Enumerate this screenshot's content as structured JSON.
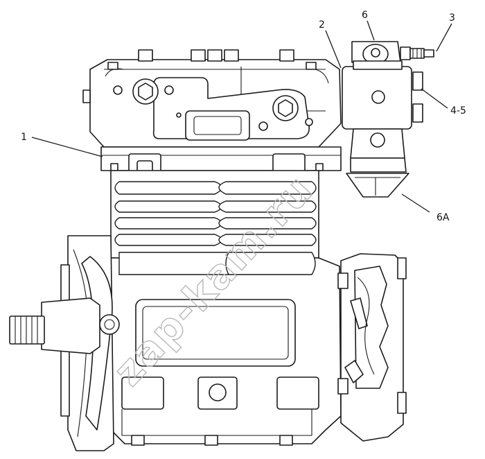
{
  "diagram": {
    "callouts": {
      "c1": "1",
      "c2": "2",
      "c3": "3",
      "c45": "4-5",
      "c6": "6",
      "c6a": "6A"
    },
    "watermark": "zap-kam.ru",
    "colors": {
      "line": "#1a1a1a",
      "paper": "#ffffff",
      "watermark": "#b8b8b8"
    }
  }
}
